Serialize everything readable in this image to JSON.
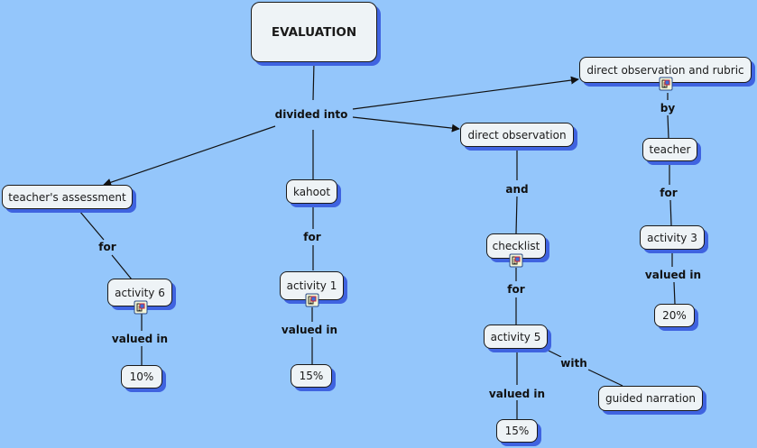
{
  "concept_map": {
    "root": "EVALUATION",
    "nodes": {
      "evaluation": "EVALUATION",
      "teachers_assessment": "teacher's assessment",
      "kahoot": "kahoot",
      "direct_observation": "direct observation",
      "direct_observation_rubric": "direct observation and rubric",
      "teacher": "teacher",
      "activity_6": "activity 6",
      "activity_1": "activity 1",
      "checklist": "checklist",
      "activity_3": "activity 3",
      "activity_5": "activity 5",
      "guided_narration": "guided narration",
      "pct_10": "10%",
      "pct_15_a": "15%",
      "pct_20": "20%",
      "pct_15_b": "15%"
    },
    "links": {
      "divided_into": "divided into",
      "for_1": "for",
      "for_2": "for",
      "and": "and",
      "by": "by",
      "for_3": "for",
      "for_4": "for",
      "valued_in_1": "valued in",
      "valued_in_2": "valued in",
      "valued_in_3": "valued in",
      "valued_in_4": "valued in",
      "with": "with"
    },
    "resource_icon": "document-with-image-icon",
    "colors": {
      "background": "#94c6fb",
      "node_fill": "#eef3f6",
      "node_shadow": "#3f63e0",
      "line": "#111111"
    }
  }
}
